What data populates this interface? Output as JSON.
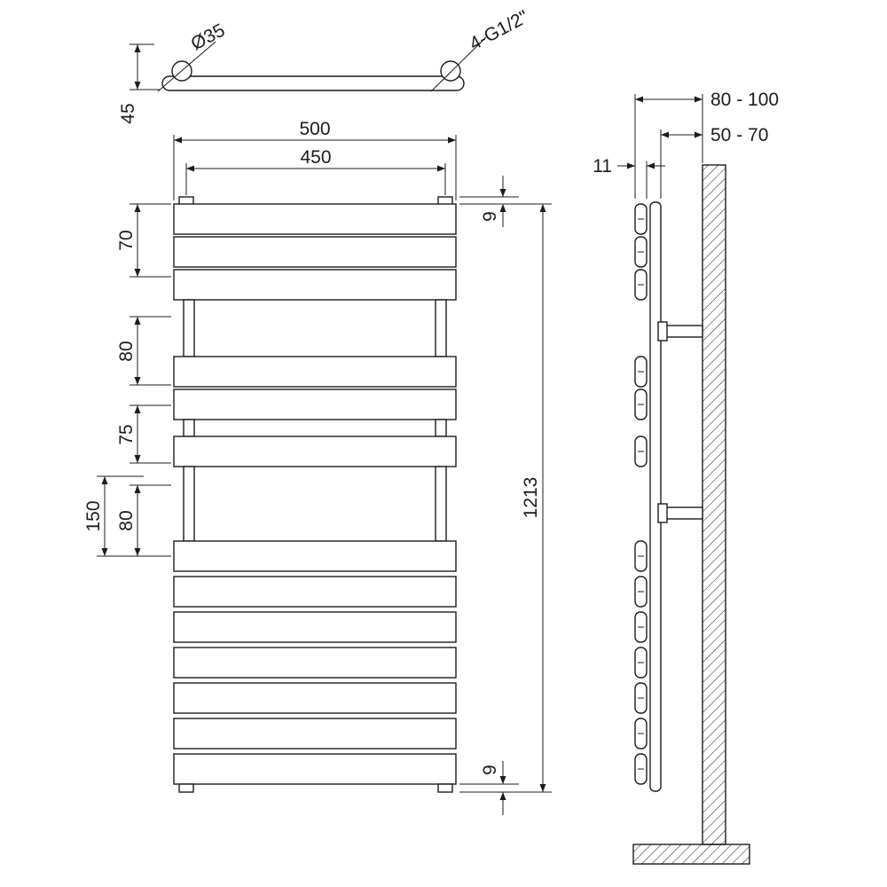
{
  "colors": {
    "ink": "#1c1c1c",
    "background": "#ffffff"
  },
  "top_view": {
    "diameter_label": "Ø35",
    "thread_label": "4-G1/2\"",
    "offset_dim": "45"
  },
  "front_view": {
    "overall_width": "500",
    "mount_centers": "450",
    "overall_height": "1213",
    "top_offset": "9",
    "bottom_offset": "9",
    "left_dims": [
      "70",
      "80",
      "75",
      "80"
    ],
    "left_outer_dim": "150"
  },
  "side_view": {
    "panel_thickness": "11",
    "wall_clearance_range": "80 - 100",
    "bracket_depth_range": "50 - 70"
  }
}
